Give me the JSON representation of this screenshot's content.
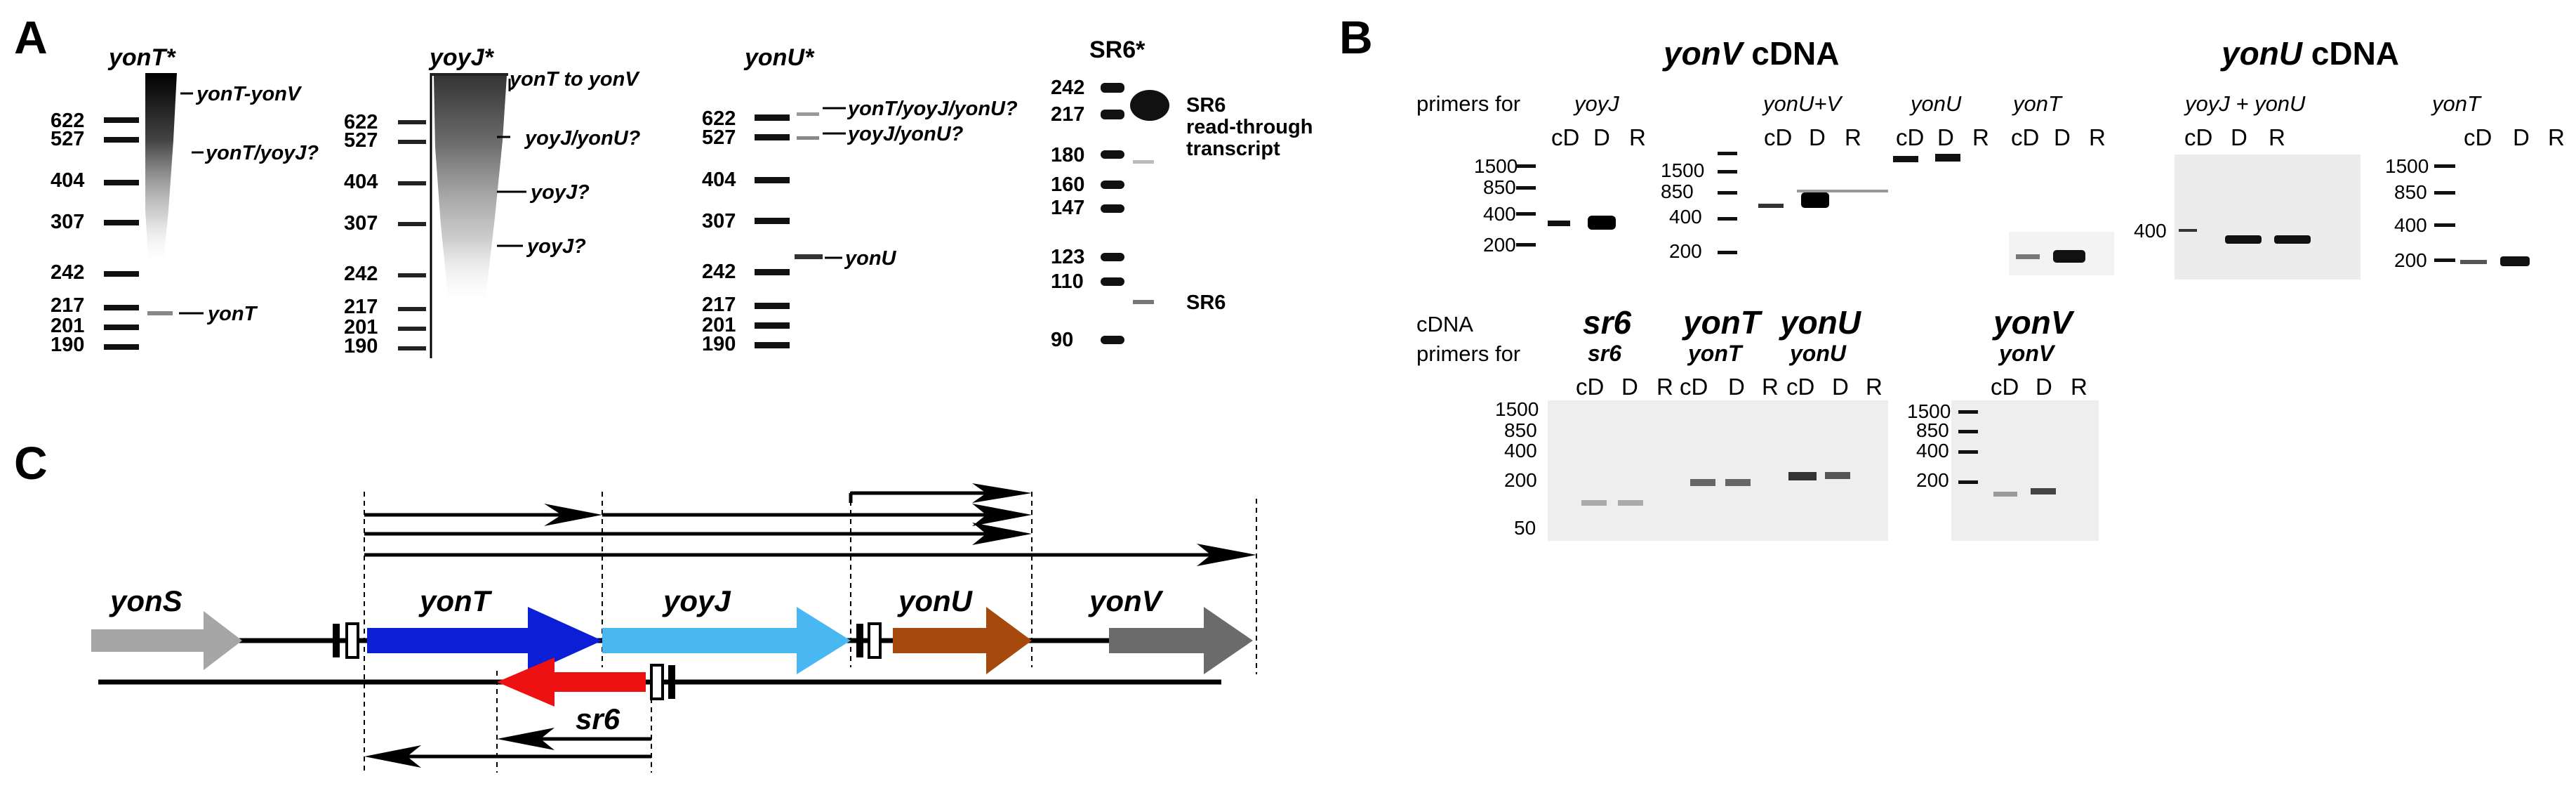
{
  "panels": {
    "a": "A",
    "b": "B",
    "c": "C"
  },
  "panel_a": {
    "blot_yont": {
      "title": "yonT*",
      "markers": [
        "622",
        "527",
        "404",
        "307",
        "242",
        "217",
        "201",
        "190"
      ],
      "bands": [
        "yonT-yonV",
        "yonT/yoyJ?",
        "yonT"
      ]
    },
    "blot_yoyj": {
      "title": "yoyJ*",
      "markers": [
        "622",
        "527",
        "404",
        "307",
        "242",
        "217",
        "201",
        "190"
      ],
      "bands": [
        "yonT to yonV",
        "yoyJ/yonU?",
        "yoyJ?",
        "yoyJ?"
      ]
    },
    "blot_yonu": {
      "title": "yonU*",
      "markers": [
        "622",
        "527",
        "404",
        "307",
        "242",
        "217",
        "201",
        "190"
      ],
      "bands": [
        "yonT/yoyJ/yonU?",
        "yoyJ/yonU?",
        "yonU"
      ]
    },
    "blot_sr6": {
      "title": "SR6*",
      "markers": [
        "242",
        "217",
        "180",
        "160",
        "147",
        "123",
        "110",
        "90"
      ],
      "band_readthrough": [
        "SR6",
        "read-through",
        "transcript"
      ],
      "band_sr6": "SR6"
    }
  },
  "panel_b": {
    "title_yonv_gene": "yonV",
    "title_yonv_suffix": " cDNA",
    "title_yonu_gene": "yonU",
    "title_yonu_suffix": " cDNA",
    "primers_for_label": "primers for",
    "cdna_label": "cDNA",
    "lanes": [
      "cD",
      "D",
      "R"
    ],
    "top_gels": [
      {
        "primer": "yoyJ",
        "markers": [
          "1500",
          "850",
          "400",
          "200"
        ]
      },
      {
        "primer": "yonU+V",
        "markers": [
          "1500",
          "850",
          "400",
          "200"
        ]
      },
      {
        "primer": "yonU",
        "markers": []
      },
      {
        "primer": "yonT",
        "markers": []
      },
      {
        "primer": "yoyJ + yonU",
        "markers": [
          "400"
        ]
      },
      {
        "primer": "yonT",
        "markers": [
          "1500",
          "850",
          "400",
          "200"
        ]
      }
    ],
    "bottom_gels": [
      {
        "cdna": "sr6",
        "primer": "sr6"
      },
      {
        "cdna": "yonT",
        "primer": "yonT"
      },
      {
        "cdna": "yonU",
        "primer": "yonU"
      },
      {
        "cdna": "yonV",
        "primer": "yonV"
      }
    ],
    "bottom_markers_left": [
      "1500",
      "850",
      "400",
      "200",
      "50"
    ],
    "bottom_markers_right": [
      "1500",
      "850",
      "400",
      "200"
    ]
  },
  "panel_c": {
    "genes": [
      "yonS",
      "yonT",
      "yoyJ",
      "yonU",
      "yonV",
      "sr6"
    ],
    "colors": {
      "yonS": "#a6a6a6",
      "yonT": "#0a1fd6",
      "yoyJ": "#49b8f2",
      "yonU": "#a54a0c",
      "yonV": "#6b6b6b",
      "sr6": "#ee1111"
    }
  }
}
